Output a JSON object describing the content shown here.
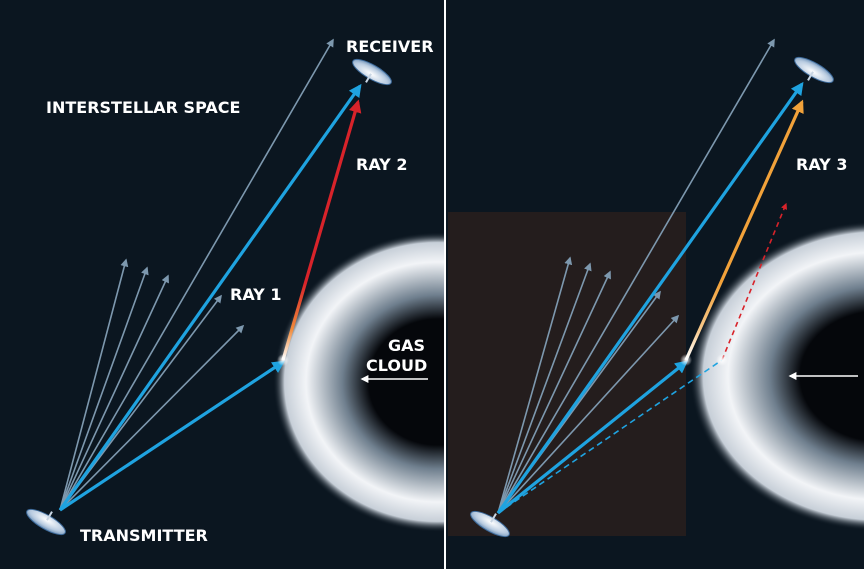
{
  "colors": {
    "background": "#0b1620",
    "fan_ray": "#7d98ae",
    "blue_ray": "#1fa3e0",
    "red_ray": "#d8232a",
    "orange_ray": "#f2a23a",
    "dashed_red": "#d8232a",
    "dashed_blue": "#1fa3e0",
    "shaded_box": "#241d1d",
    "divider": "#ffffff",
    "text": "#ffffff"
  },
  "left_panel": {
    "space_label": "INTERSTELLAR SPACE",
    "receiver_label": "RECEIVER",
    "transmitter_label": "TRANSMITTER",
    "ray1_label": "RAY 1",
    "ray2_label": "RAY 2",
    "cloud_label_line1": "GAS",
    "cloud_label_line2": "CLOUD"
  },
  "right_panel": {
    "ray3_label": "RAY 3"
  },
  "icons": {
    "transmitter": "dish-antenna-icon",
    "receiver": "dish-antenna-icon",
    "motion_arrow": "left-arrow-icon"
  }
}
